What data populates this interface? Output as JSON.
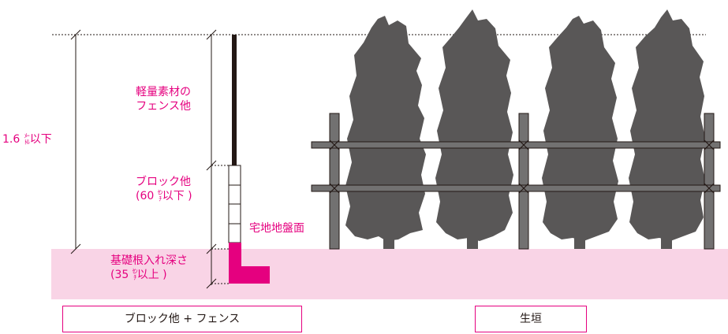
{
  "labels": {
    "height": "1.6",
    "height_unit_top": "ﾒｰ",
    "height_unit_bottom": "ﾄﾙ",
    "height_suffix": "以下",
    "fence_line1": "軽量素材の",
    "fence_line2": "フェンス他",
    "block_line1": "ブロック他",
    "block_line2_prefix": "(60",
    "block_unit_top": "ｾﾝ",
    "block_unit_bottom": "ﾁ",
    "block_line2_suffix": "以下 )",
    "ground": "宅地地盤面",
    "foundation_line1": "基礎根入れ深さ",
    "foundation_line2_prefix": "(35",
    "foundation_unit_top": "ｾﾝ",
    "foundation_unit_bottom": "ﾁ",
    "foundation_line2_suffix": "以上 )"
  },
  "captions": {
    "left": "ブロック他 + フェンス",
    "right": "生垣"
  },
  "colors": {
    "accent": "#e5007f",
    "ground_band": "#f9d4e6",
    "tree": "#595757",
    "post": "#727171",
    "line": "#231815"
  }
}
